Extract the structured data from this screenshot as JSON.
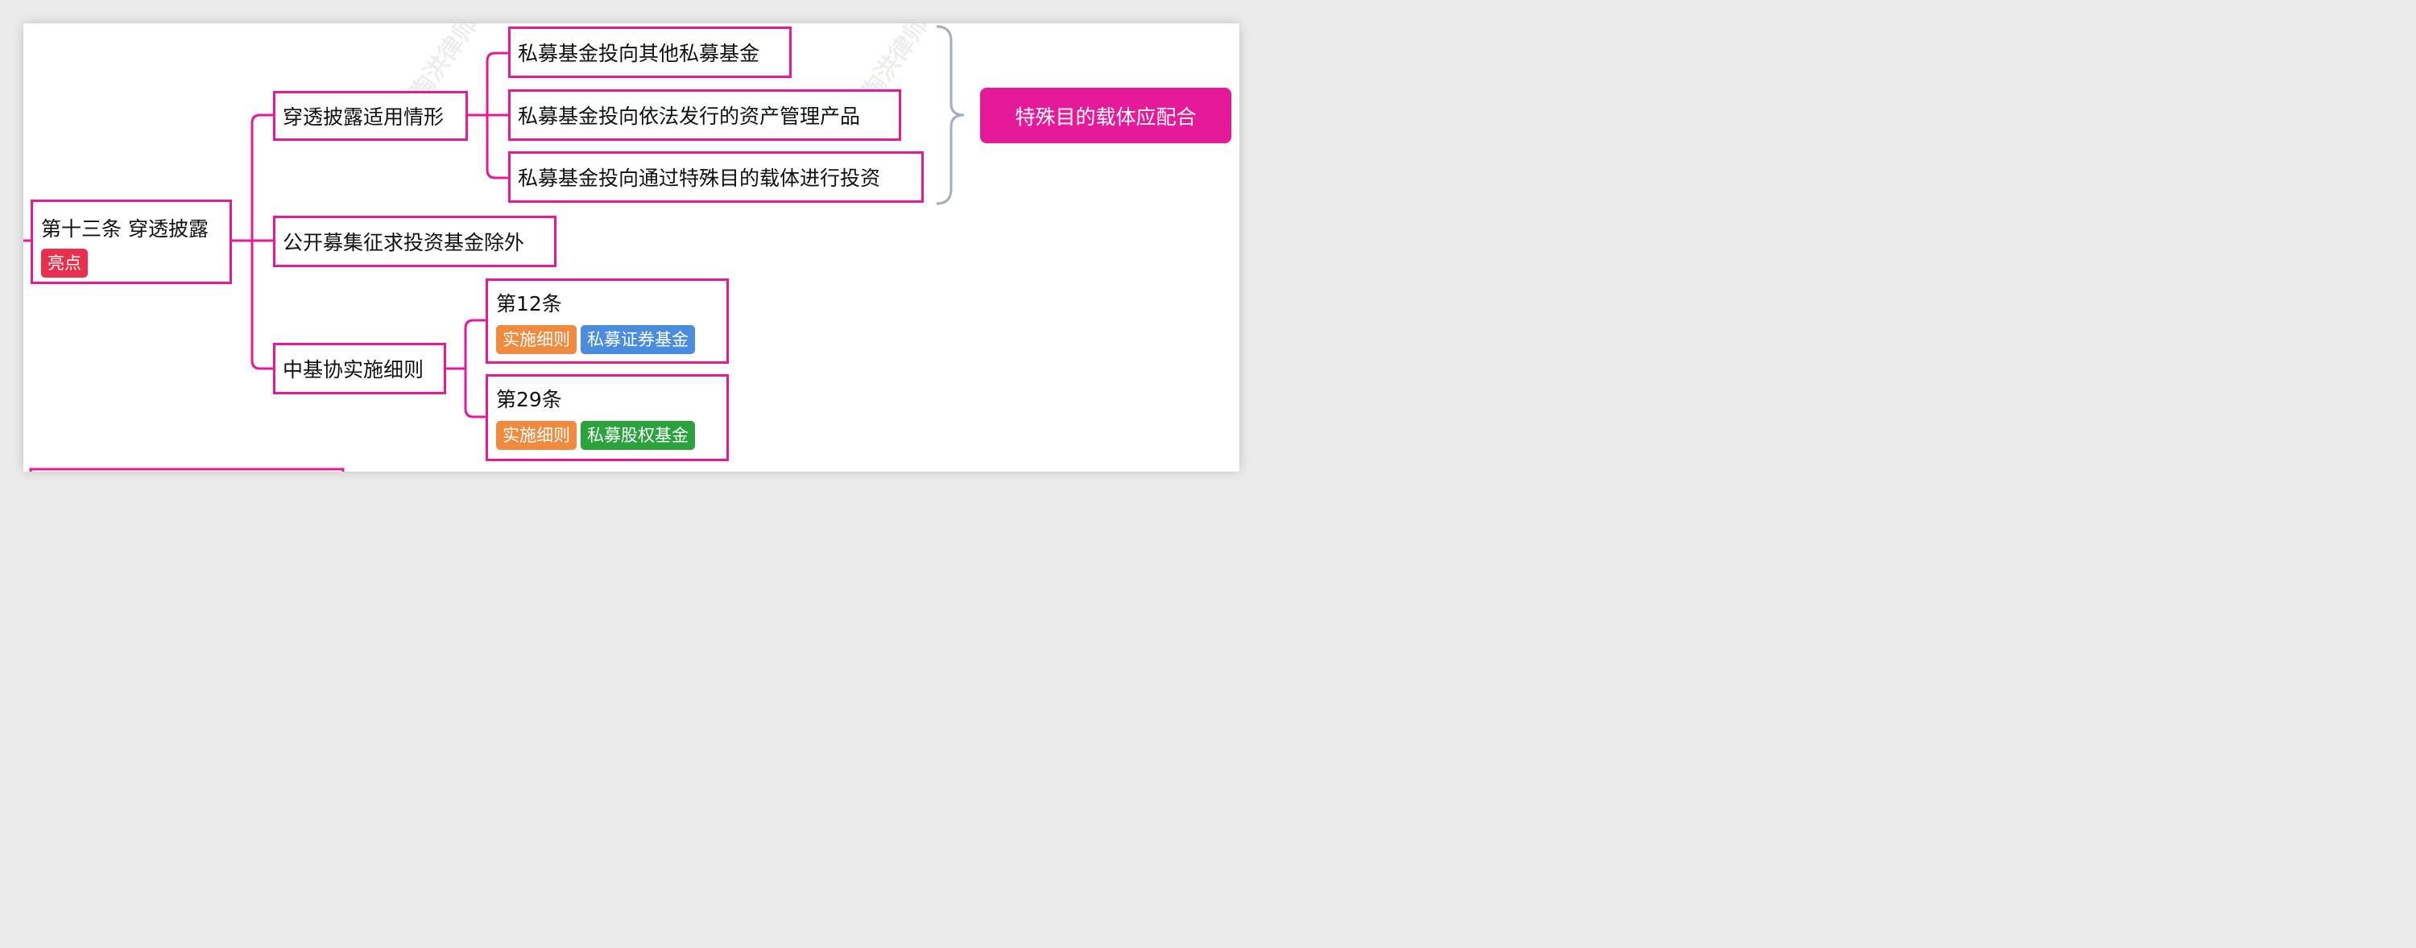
{
  "colors": {
    "accent": "#e5199a",
    "brace": "#a4adc4",
    "tag_highlight": "#e8304d",
    "tag_detail": "#ef8a3e",
    "tag_securities": "#4a8ddf",
    "tag_equity": "#2aa33d"
  },
  "root": {
    "title": "第十三条 穿透披露",
    "tag": "亮点"
  },
  "branch_applicable": {
    "label": "穿透披露适用情形",
    "children": [
      "私募基金投向其他私募基金",
      "私募基金投向依法发行的资产管理产品",
      "私募基金投向通过特殊目的载体进行投资"
    ]
  },
  "summary": {
    "label": "特殊目的载体应配合"
  },
  "branch_exception": {
    "label": "公开募集征求投资基金除外"
  },
  "branch_rules": {
    "label": "中基协实施细则",
    "children": [
      {
        "title": "第12条",
        "tags": [
          "实施细则",
          "私募证券基金"
        ]
      },
      {
        "title": "第29条",
        "tags": [
          "实施细则",
          "私募股权基金"
        ]
      }
    ]
  },
  "watermark": {
    "text": "陶洪律师"
  }
}
